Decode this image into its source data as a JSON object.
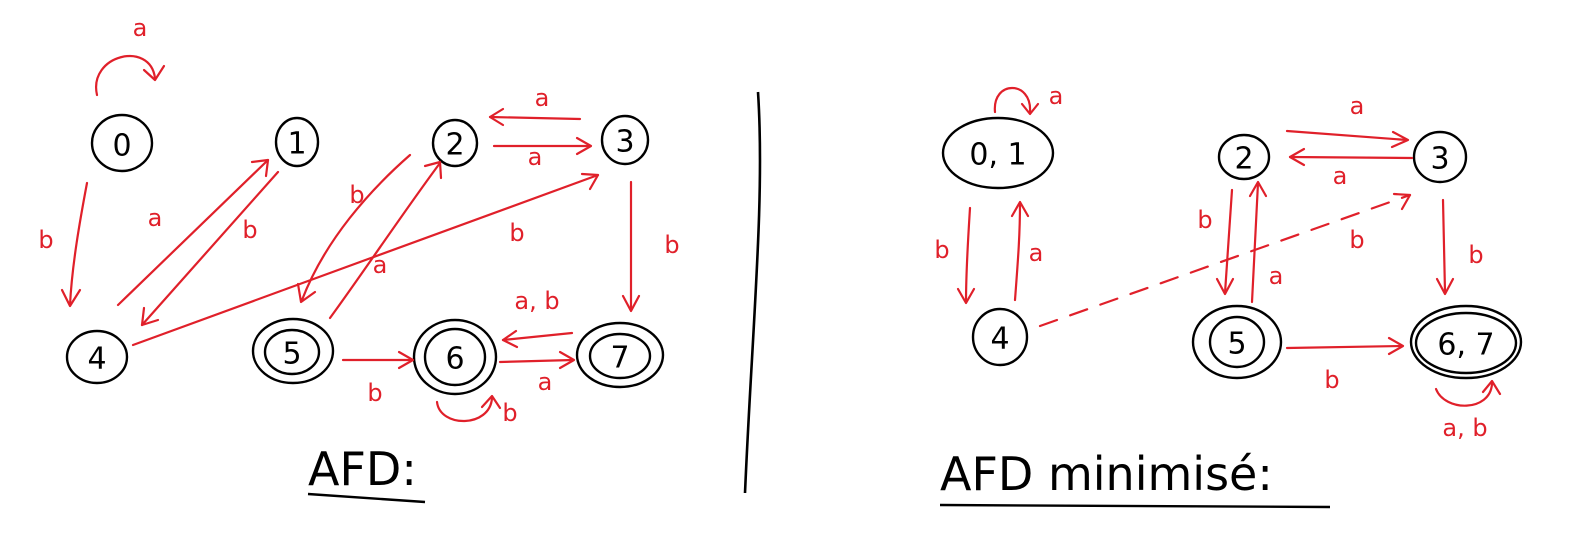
{
  "left_diagram": {
    "title": "AFD:",
    "states": {
      "s0": {
        "label": "0",
        "final": false
      },
      "s1": {
        "label": "1",
        "final": false
      },
      "s2": {
        "label": "2",
        "final": false
      },
      "s3": {
        "label": "3",
        "final": false
      },
      "s4": {
        "label": "4",
        "final": false
      },
      "s5": {
        "label": "5",
        "final": true
      },
      "s6": {
        "label": "6",
        "final": true
      },
      "s7": {
        "label": "7",
        "final": true
      }
    },
    "transitions": [
      {
        "from": "0",
        "to": "0",
        "label": "a"
      },
      {
        "from": "0",
        "to": "4",
        "label": "b"
      },
      {
        "from": "4",
        "to": "1",
        "label": "a"
      },
      {
        "from": "1",
        "to": "4",
        "label": "b"
      },
      {
        "from": "4",
        "to": "3",
        "label": "b"
      },
      {
        "from": "2",
        "to": "5",
        "label": "b"
      },
      {
        "from": "5",
        "to": "2",
        "label": "a"
      },
      {
        "from": "2",
        "to": "3",
        "label": "a"
      },
      {
        "from": "3",
        "to": "2",
        "label": "a"
      },
      {
        "from": "3",
        "to": "7",
        "label": "b"
      },
      {
        "from": "5",
        "to": "6",
        "label": "b"
      },
      {
        "from": "6",
        "to": "7",
        "label": "a"
      },
      {
        "from": "7",
        "to": "6",
        "label": "a, b"
      },
      {
        "from": "6",
        "to": "6",
        "label": "b"
      }
    ]
  },
  "right_diagram": {
    "title": "AFD minimisé:",
    "states": {
      "s01": {
        "label": "0, 1",
        "final": false
      },
      "s2": {
        "label": "2",
        "final": false
      },
      "s3": {
        "label": "3",
        "final": false
      },
      "s4": {
        "label": "4",
        "final": false
      },
      "s5": {
        "label": "5",
        "final": true
      },
      "s67": {
        "label": "6, 7",
        "final": true
      }
    },
    "transitions": [
      {
        "from": "0, 1",
        "to": "0, 1",
        "label": "a"
      },
      {
        "from": "0, 1",
        "to": "4",
        "label": "b"
      },
      {
        "from": "4",
        "to": "0, 1",
        "label": "a"
      },
      {
        "from": "4",
        "to": "3",
        "label": "b",
        "style": "dashed"
      },
      {
        "from": "2",
        "to": "3",
        "label": "a"
      },
      {
        "from": "3",
        "to": "2",
        "label": "a"
      },
      {
        "from": "2",
        "to": "5",
        "label": "b"
      },
      {
        "from": "5",
        "to": "2",
        "label": "a"
      },
      {
        "from": "3",
        "to": "6, 7",
        "label": "b"
      },
      {
        "from": "5",
        "to": "6, 7",
        "label": "b"
      },
      {
        "from": "6, 7",
        "to": "6, 7",
        "label": "a, b"
      }
    ]
  }
}
